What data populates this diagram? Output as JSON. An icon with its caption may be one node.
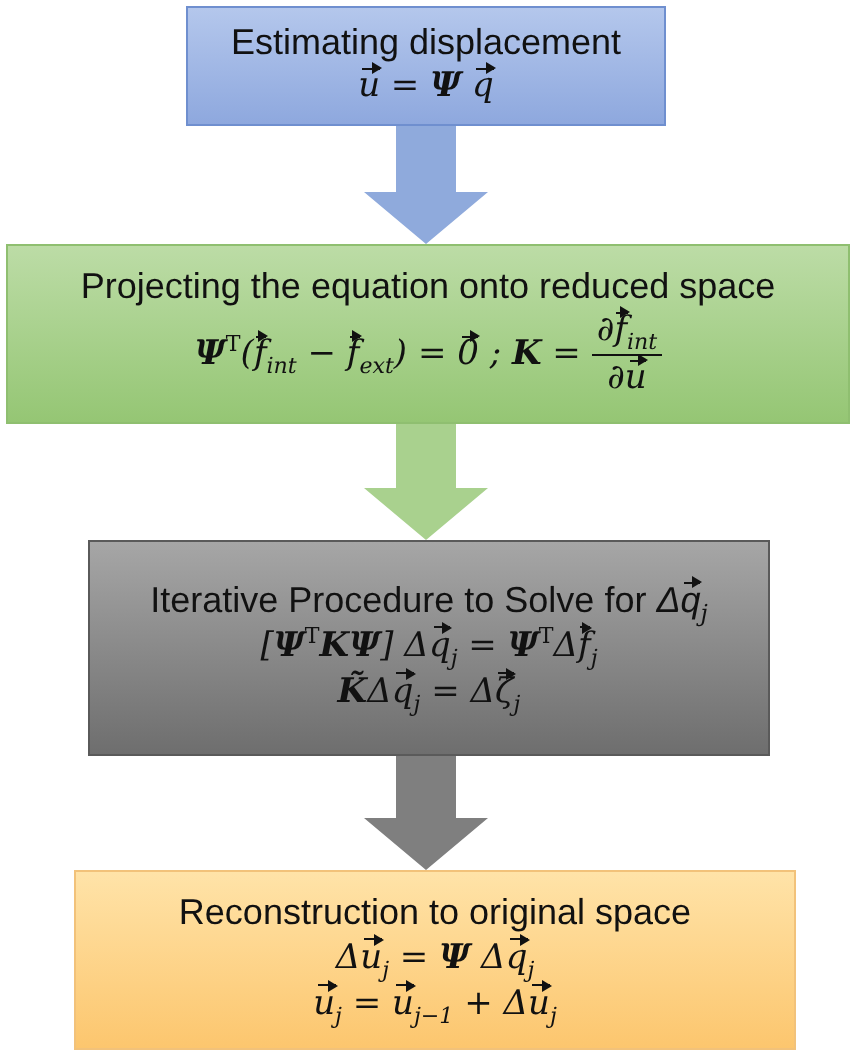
{
  "diagram": {
    "nodes": [
      {
        "text": [
          "Estimating displacement",
          "u⃗ = **Ψ** q⃗"
        ]
      },
      {
        "text": [
          "Projecting the equation onto reduced space",
          "**Ψ**$^{T}$(f⃗$_{int}$ − f⃗$_{ext}$) = 0⃗ ; **K** =",
          "∂f⃗$_{int}$",
          "∂u⃗"
        ]
      },
      {
        "text": [
          "Iterative Procedure to Solve for *Δq⃗*$_{j}$",
          "[**Ψ**$^{T}$**KΨ**] Δq⃗$_{j}$ = **Ψ**$^{T}$Δf⃗$_{j}$",
          "**K̃**Δq⃗$_{j}$ = Δζ⃗$_{j}$"
        ]
      },
      {
        "text": [
          "Reconstruction to original space",
          "Δu⃗$_{j}$ = **Ψ** Δq⃗$_{j}$",
          "u⃗$_{j}$ = u⃗$_{j−1}$ + Δu⃗$_{j}$"
        ]
      }
    ],
    "edges": [
      {
        "from": 0,
        "to": 1,
        "arrow": "to",
        "color": "#8faadc"
      },
      {
        "from": 1,
        "to": 2,
        "arrow": "to",
        "color": "#a9d18e"
      },
      {
        "from": 2,
        "to": 3,
        "arrow": "to",
        "color": "#7f7f7f"
      }
    ]
  }
}
